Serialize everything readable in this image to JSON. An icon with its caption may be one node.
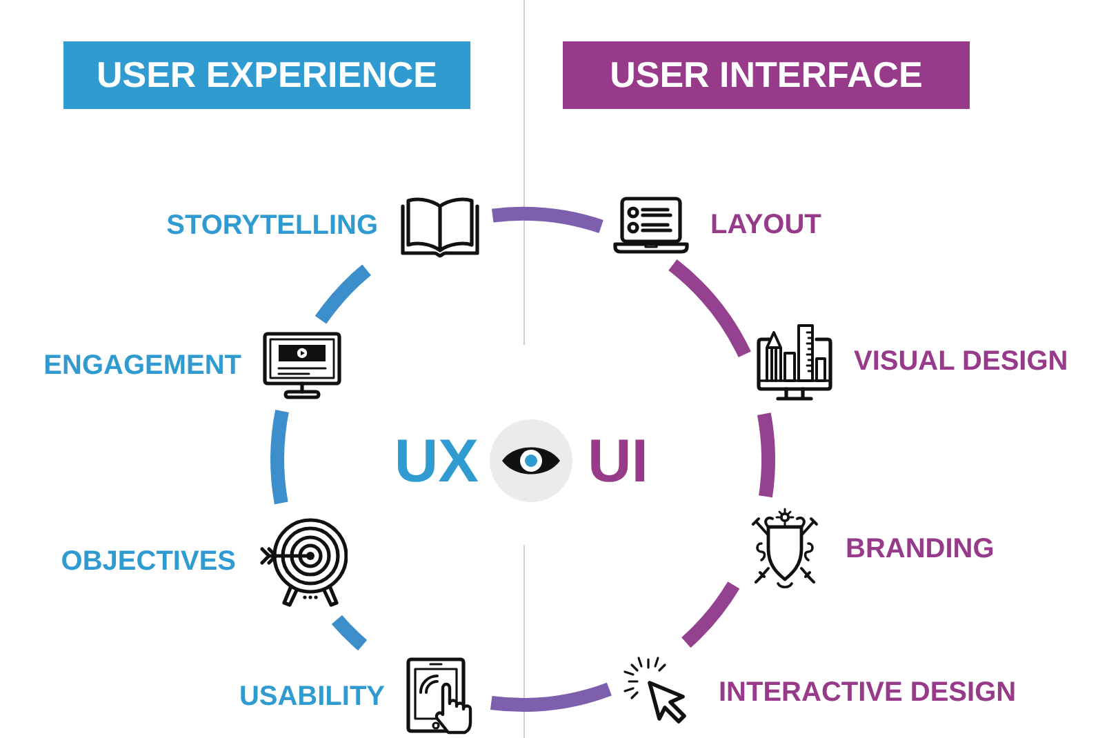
{
  "diagram": {
    "nodes": [
      {
        "text": [
          "USER EXPERIENCE"
        ]
      },
      {
        "text": [
          "USER INTERFACE"
        ]
      },
      {
        "text": [
          "STORYTELLING"
        ]
      },
      {
        "text": [
          "LAYOUT"
        ]
      },
      {
        "text": [
          "ENGAGEMENT"
        ]
      },
      {
        "text": [
          "VISUAL DESIGN"
        ]
      },
      {
        "text": [
          "OBJECTIVES"
        ]
      },
      {
        "text": [
          "BRANDING"
        ]
      },
      {
        "text": [
          "USABILITY"
        ]
      },
      {
        "text": [
          "INTERACTIVE DESIGN"
        ]
      }
    ],
    "edges": [
      {
        "from": 2,
        "to": 3,
        "arrow": "none",
        "color": "#7e5fae"
      },
      {
        "from": 3,
        "to": 5,
        "arrow": "none",
        "color": "#94418f"
      },
      {
        "from": 5,
        "to": 7,
        "arrow": "none",
        "color": "#94418f"
      },
      {
        "from": 7,
        "to": 9,
        "arrow": "none",
        "color": "#94418f"
      },
      {
        "from": 9,
        "to": 8,
        "arrow": "none",
        "color": "#7e5fae"
      },
      {
        "from": 8,
        "to": 6,
        "arrow": "none",
        "color": "#3d8fcb"
      },
      {
        "from": 6,
        "to": 4,
        "arrow": "none",
        "color": "#3d8fcb"
      },
      {
        "from": 4,
        "to": 2,
        "arrow": "none",
        "color": "#3d8fcb"
      }
    ],
    "labels": [
      "UX",
      "UI"
    ]
  }
}
